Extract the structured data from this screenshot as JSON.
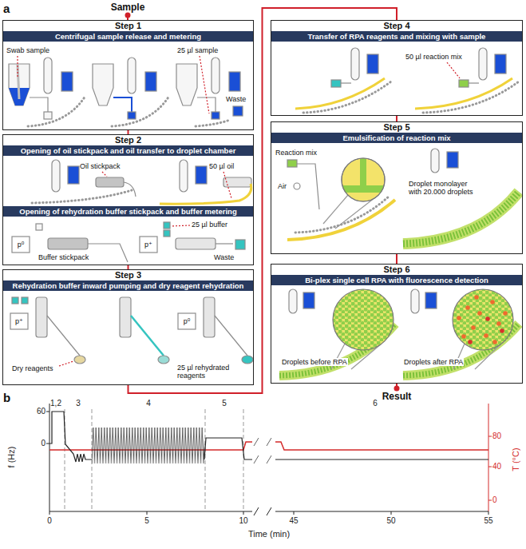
{
  "diagram": {
    "nodes": [
      {
        "text": [
          "Step 1",
          "Centrifugal sample release and metering"
        ]
      },
      {
        "text": [
          "Step 2",
          "Opening of oil stickpack and oil transfer to droplet chamber",
          "Opening of rehydration buffer stickpack and buffer metering"
        ]
      },
      {
        "text": [
          "Step 3",
          "Rehydration buffer inward pumping and dry reagent rehydration"
        ]
      },
      {
        "text": [
          "Step 4",
          "Transfer of RPA reagents and mixing with sample"
        ]
      },
      {
        "text": [
          "Step 5",
          "Emulsification of reaction mix"
        ]
      },
      {
        "text": [
          "Step 6",
          "Bi-plex single cell RPA with fluorescence detection"
        ]
      }
    ],
    "edges": [
      {
        "from": 0,
        "to": 1,
        "arrow": "none"
      },
      {
        "from": 1,
        "to": 2,
        "arrow": "none"
      },
      {
        "from": 2,
        "to": 3,
        "arrow": "none"
      },
      {
        "from": 3,
        "to": 4,
        "arrow": "none"
      },
      {
        "from": 4,
        "to": 5,
        "arrow": "none"
      }
    ],
    "labels": [
      "a",
      "Sample",
      "Result",
      "Swab sample",
      "25 µl sample",
      "Waste",
      "Oil stickpack",
      "50 µl oil",
      "p⁰",
      "Buffer stickpack",
      "p⁺",
      "25 µl buffer",
      "Waste",
      "p⁺",
      "p⁰",
      "Dry reagents",
      "25 µl rehydrated reagents",
      "50 µl reaction mix",
      "Reaction mix",
      "Air",
      "Droplet monolayer with 20.000 droplets",
      "Droplets before RPA",
      "Droplets after RPA",
      "b",
      "f (Hz)",
      "T (°C)",
      "60",
      "0",
      "80",
      "40",
      "0",
      "0",
      "5",
      "10",
      "45",
      "50",
      "55",
      "Time (min)",
      "1,2",
      "3",
      "4",
      "5",
      "6"
    ]
  }
}
